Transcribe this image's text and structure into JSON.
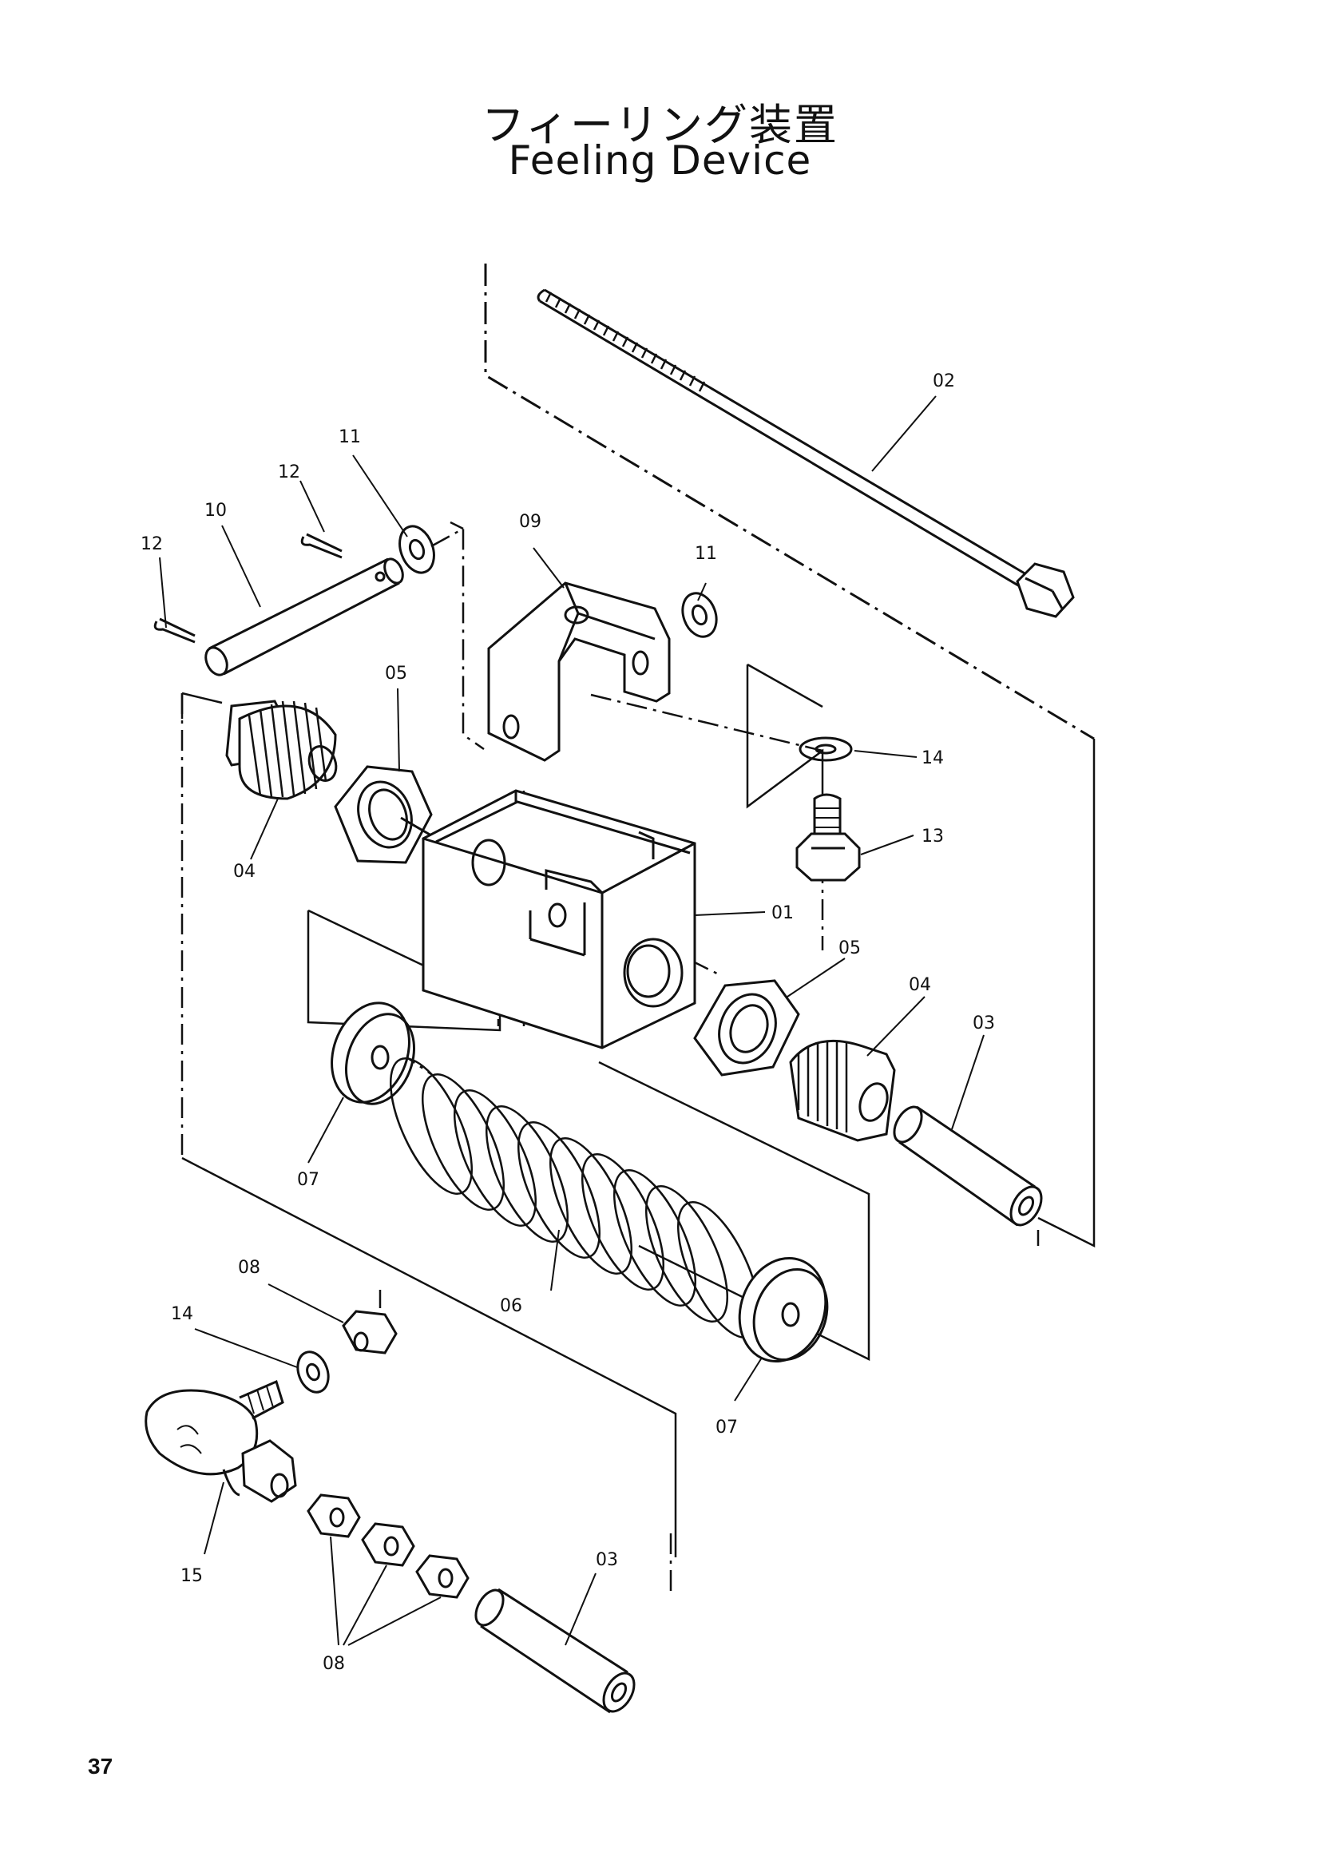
{
  "header": {
    "title_jp": "フィーリング装置",
    "title_en": "Feeling Device"
  },
  "page": {
    "number": "37"
  },
  "callouts": {
    "c01": "01",
    "c02": "02",
    "c03a": "03",
    "c03b": "03",
    "c04a": "04",
    "c04b": "04",
    "c05a": "05",
    "c05b": "05",
    "c06": "06",
    "c07a": "07",
    "c07b": "07",
    "c08a": "08",
    "c08b": "08",
    "c09": "09",
    "c10": "10",
    "c11a": "11",
    "c11b": "11",
    "c12a": "12",
    "c12b": "12",
    "c13": "13",
    "c14a": "14",
    "c14b": "14",
    "c15": "15"
  }
}
